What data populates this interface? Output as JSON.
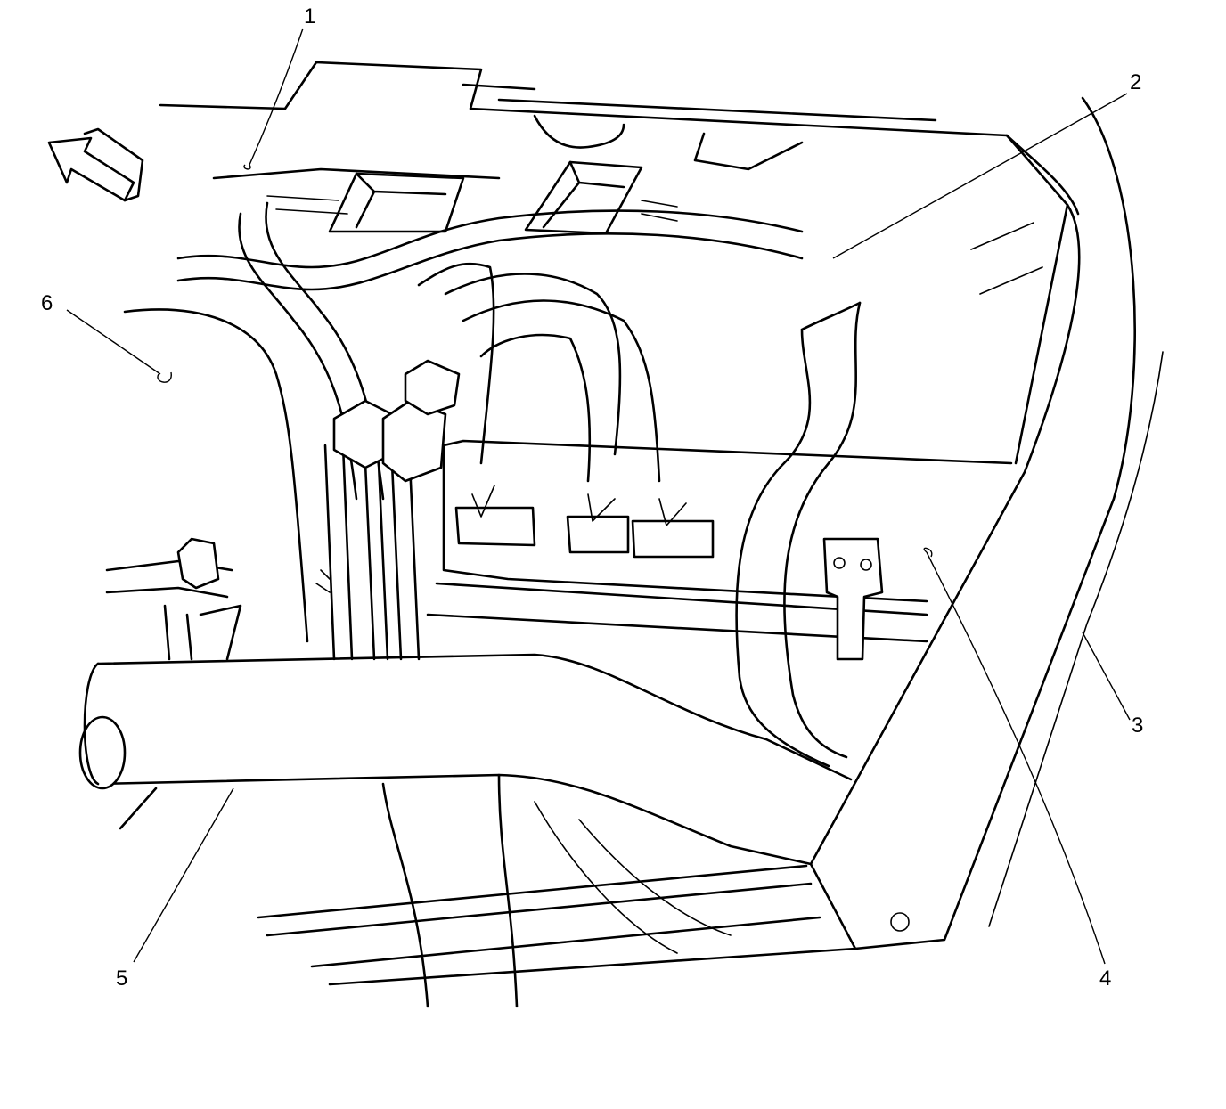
{
  "figure": {
    "callouts": [
      {
        "id": "1",
        "text": "1"
      },
      {
        "id": "2",
        "text": "2"
      },
      {
        "id": "3",
        "text": "3"
      },
      {
        "id": "4",
        "text": "4"
      },
      {
        "id": "5",
        "text": "5"
      },
      {
        "id": "6",
        "text": "6"
      }
    ],
    "icons": {
      "direction": "forward-arrow-icon"
    },
    "colors": {
      "line": "#000000",
      "background": "#ffffff"
    }
  }
}
